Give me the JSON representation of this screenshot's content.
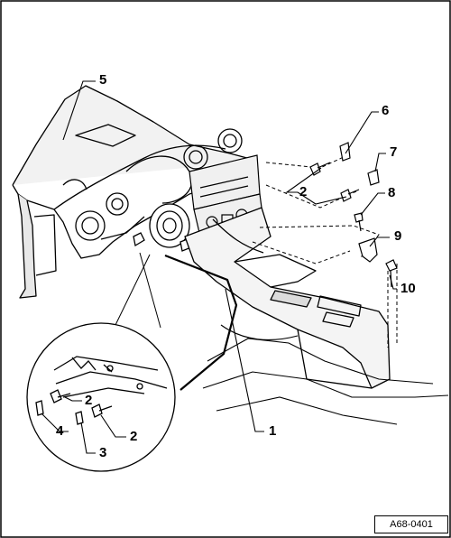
{
  "figure": {
    "reference_code": "A68-0401",
    "callouts": [
      {
        "id": "c1",
        "label": "1"
      },
      {
        "id": "c2a",
        "label": "2"
      },
      {
        "id": "c2b",
        "label": "2"
      },
      {
        "id": "c2c",
        "label": "2"
      },
      {
        "id": "c3",
        "label": "3"
      },
      {
        "id": "c4",
        "label": "4"
      },
      {
        "id": "c5",
        "label": "5"
      },
      {
        "id": "c6",
        "label": "6"
      },
      {
        "id": "c7",
        "label": "7"
      },
      {
        "id": "c8",
        "label": "8"
      },
      {
        "id": "c9",
        "label": "9"
      },
      {
        "id": "c10",
        "label": "10"
      }
    ],
    "parts": {
      "dashboard": "dashboard-icon",
      "center_console": "center-console-icon",
      "console_trim": "trim-strip-icon",
      "bolt": "bolt-icon",
      "clip": "clip-icon",
      "bracket": "bracket-icon",
      "detail_view": "magnified-detail-circle"
    },
    "colors": {
      "ink": "#000000",
      "paper": "#ffffff"
    }
  }
}
